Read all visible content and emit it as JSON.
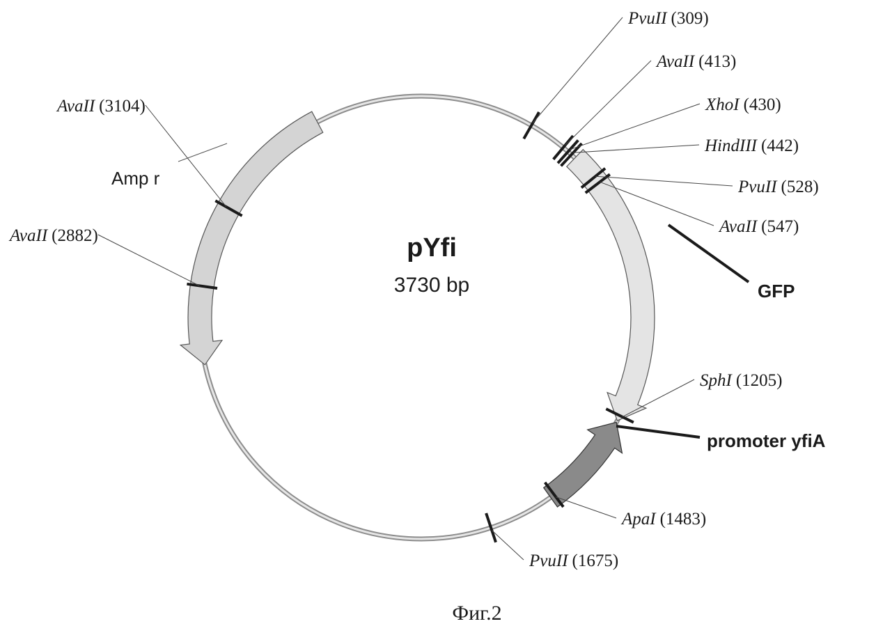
{
  "plasmid": {
    "name": "pYfi",
    "size_label": "3730 bp",
    "length_bp": 3730
  },
  "figure_caption": "Фиг.2",
  "features": [
    {
      "id": "amp",
      "label": "Amp r",
      "start": 3440,
      "end": 2670,
      "direction": "ccw",
      "color": "#d4d4d4",
      "label_bold": false
    },
    {
      "id": "gfp",
      "label": "GFP",
      "start": 455,
      "end": 1220,
      "direction": "cw",
      "color": "#e4e4e4",
      "label_bold": true
    },
    {
      "id": "promoter",
      "label": "promoter yfiA",
      "start": 1495,
      "end": 1225,
      "direction": "ccw",
      "color": "#8a8a8a",
      "label_bold": true
    }
  ],
  "sites": [
    {
      "name": "PvuII",
      "pos": "(309)",
      "bp": 309
    },
    {
      "name": "AvaII",
      "pos": "(413)",
      "bp": 413
    },
    {
      "name": "XhoI",
      "pos": "(430)",
      "bp": 430
    },
    {
      "name": "HindIII",
      "pos": "(442)",
      "bp": 442
    },
    {
      "name": "PvuII",
      "pos": "(528)",
      "bp": 528
    },
    {
      "name": "AvaII",
      "pos": "(547)",
      "bp": 547
    },
    {
      "name": "SphI",
      "pos": "(1205)",
      "bp": 1205
    },
    {
      "name": "ApaI",
      "pos": "(1483)",
      "bp": 1483
    },
    {
      "name": "PvuII",
      "pos": "(1675)",
      "bp": 1675
    },
    {
      "name": "AvaII",
      "pos": "(2882)",
      "bp": 2882
    },
    {
      "name": "AvaII",
      "pos": "(3104)",
      "bp": 3104
    }
  ],
  "colors": {
    "backbone": "#bdbdbd",
    "ink": "#1a1a1a"
  }
}
